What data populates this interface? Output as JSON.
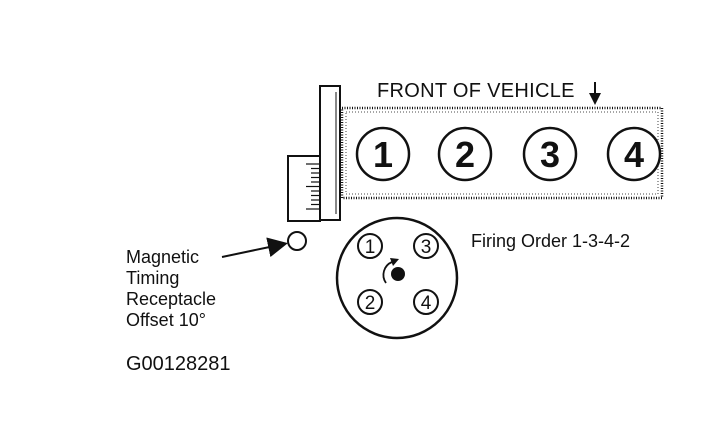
{
  "labels": {
    "front_of_vehicle": "FRONT OF VEHICLE",
    "firing_order": "Firing Order 1-3-4-2",
    "timing": {
      "line1": "Magnetic",
      "line2": "Timing",
      "line3": "Receptacle",
      "line4": "Offset 10°"
    },
    "reference_code": "G00128281"
  },
  "cylinders": [
    "1",
    "2",
    "3",
    "4"
  ],
  "distributor": {
    "terminals": [
      "1",
      "3",
      "2",
      "4"
    ]
  },
  "colors": {
    "ink": "#111111",
    "background": "#ffffff"
  },
  "icons": {
    "direction": "arrow-down-icon",
    "rotation": "rotation-arrow-icon",
    "pointer": "arrow-left-icon"
  }
}
